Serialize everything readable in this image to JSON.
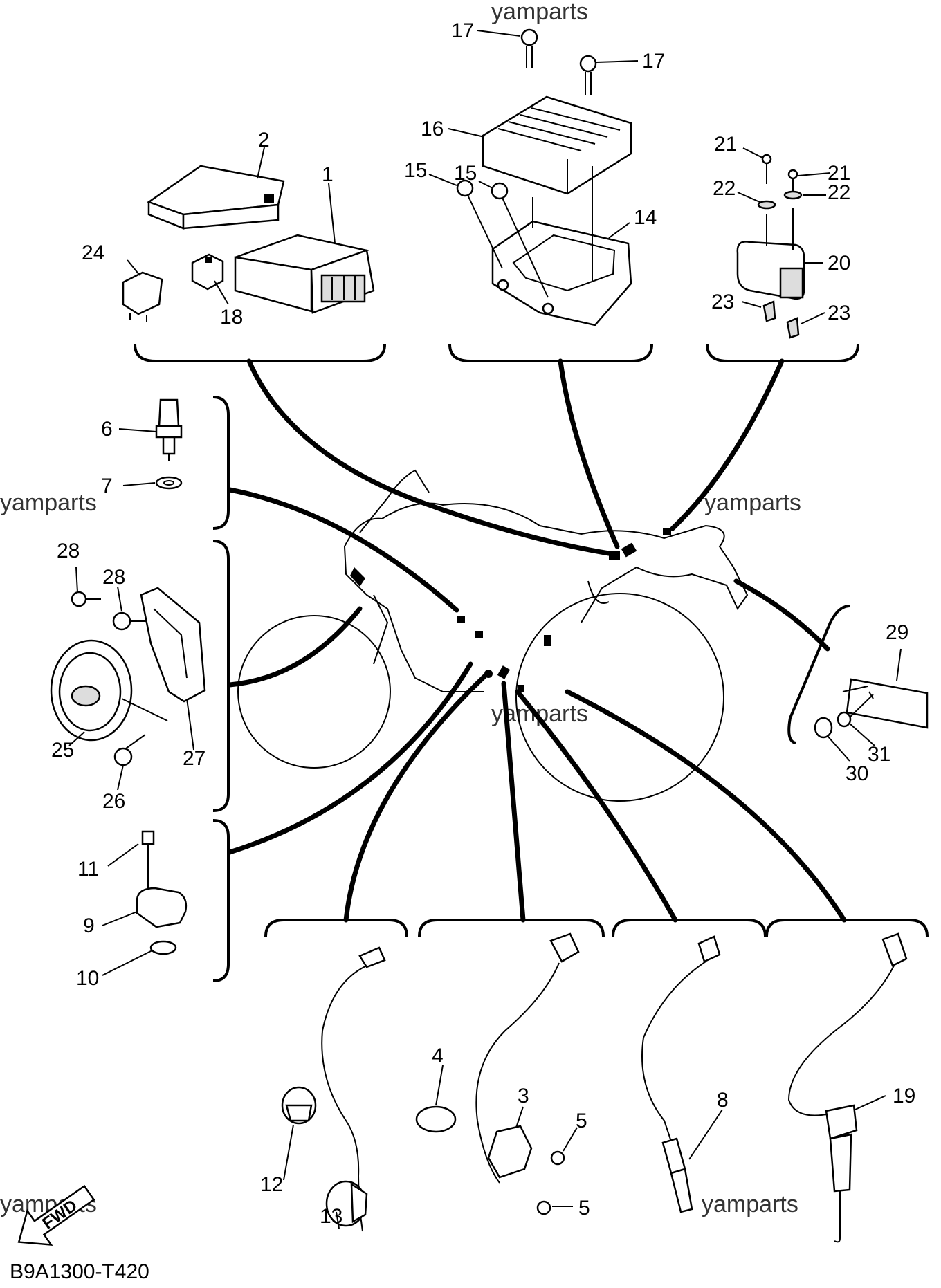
{
  "watermark": "yamparts",
  "diagram_code": "B9A1300-T420",
  "fwd_label": "FWD",
  "callouts": {
    "c1": "1",
    "c2": "2",
    "c3": "3",
    "c4": "4",
    "c5a": "5",
    "c5b": "5",
    "c6": "6",
    "c7": "7",
    "c8": "8",
    "c9": "9",
    "c10": "10",
    "c11": "11",
    "c12": "12",
    "c13": "13",
    "c14": "14",
    "c15a": "15",
    "c15b": "15",
    "c16": "16",
    "c17a": "17",
    "c17b": "17",
    "c18": "18",
    "c19": "19",
    "c20": "20",
    "c21a": "21",
    "c21b": "21",
    "c22a": "22",
    "c22b": "22",
    "c23a": "23",
    "c23b": "23",
    "c24": "24",
    "c25": "25",
    "c26": "26",
    "c27": "27",
    "c28a": "28",
    "c28b": "28",
    "c29": "29",
    "c30": "30",
    "c31": "31"
  }
}
